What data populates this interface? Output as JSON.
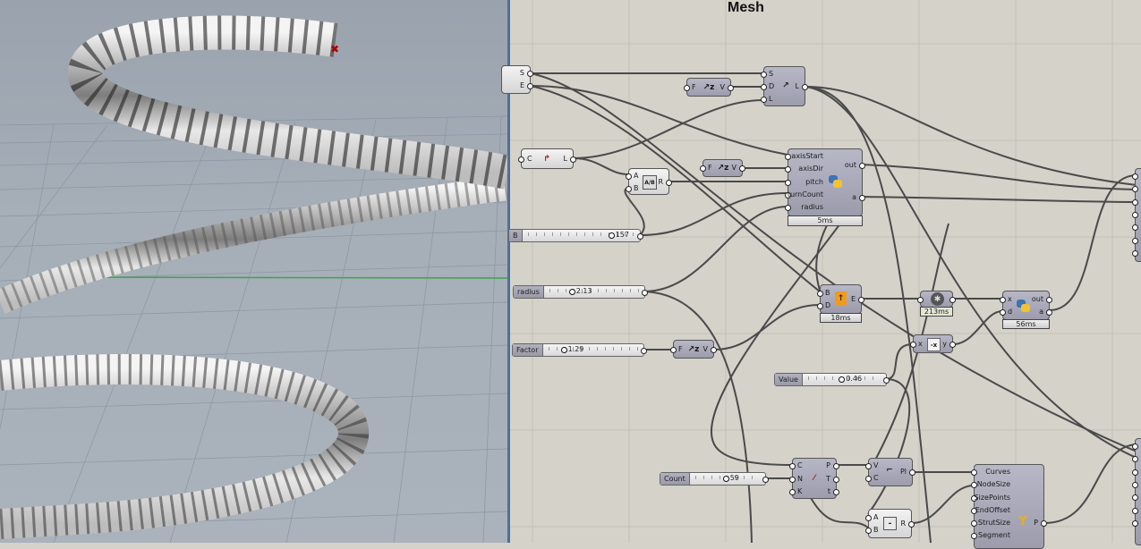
{
  "canvas": {
    "title": "Mesh"
  },
  "viewport": {
    "colors": {
      "background": "#a4acb6",
      "axis_green": "#3fa34d",
      "marker": "#b00000"
    }
  },
  "components": {
    "edge_top": {
      "outputs": [
        "S",
        "E"
      ]
    },
    "vector_1": {
      "input": "F",
      "output": "V"
    },
    "line_sdl": {
      "inputs": [
        "S",
        "D",
        "L"
      ],
      "output": "L"
    },
    "curve_length": {
      "input": "C",
      "output": "L"
    },
    "division": {
      "inputs": [
        "A",
        "B"
      ],
      "output": "R",
      "icon_text": "A/B"
    },
    "vector_2": {
      "input": "F",
      "output": "V"
    },
    "python_1": {
      "inputs": [
        "axisStart",
        "axisDir",
        "pitch",
        "turnCount",
        "radius"
      ],
      "outputs": [
        "out",
        "a"
      ],
      "timer": "5ms"
    },
    "extrude": {
      "inputs": [
        "B",
        "D"
      ],
      "output": "E",
      "timer": "18ms"
    },
    "mesh": {
      "timer": "213ms"
    },
    "python_2": {
      "inputs": [
        "x",
        "d"
      ],
      "outputs": [
        "out",
        "a"
      ],
      "timer": "56ms"
    },
    "vector_3": {
      "input": "F",
      "output": "V"
    },
    "negative": {
      "input": "x",
      "output": "y",
      "icon_text": "-x"
    },
    "divide_curve": {
      "inputs": [
        "C",
        "N",
        "K"
      ],
      "outputs": [
        "P",
        "T",
        "t"
      ]
    },
    "polyline": {
      "inputs": [
        "V",
        "C"
      ],
      "output": "Pl"
    },
    "subtraction": {
      "inputs": [
        "A",
        "B"
      ],
      "output": "R",
      "icon_text": "-"
    },
    "nodes": {
      "inputs": [
        "Curves",
        "NodeSize",
        "SizePoints",
        "EndOffset",
        "StrutSize",
        "Segment"
      ],
      "output": "P"
    }
  },
  "sliders": {
    "b": {
      "label": "B",
      "value": "157",
      "fraction": 0.78
    },
    "radius": {
      "label": "radius",
      "value": "2.13",
      "fraction": 0.25
    },
    "factor": {
      "label": "Factor",
      "value": "1.29",
      "fraction": 0.17
    },
    "value": {
      "label": "Value",
      "value": "0.46",
      "fraction": 0.46
    },
    "count": {
      "label": "Count",
      "value": "59",
      "fraction": 0.47
    }
  }
}
